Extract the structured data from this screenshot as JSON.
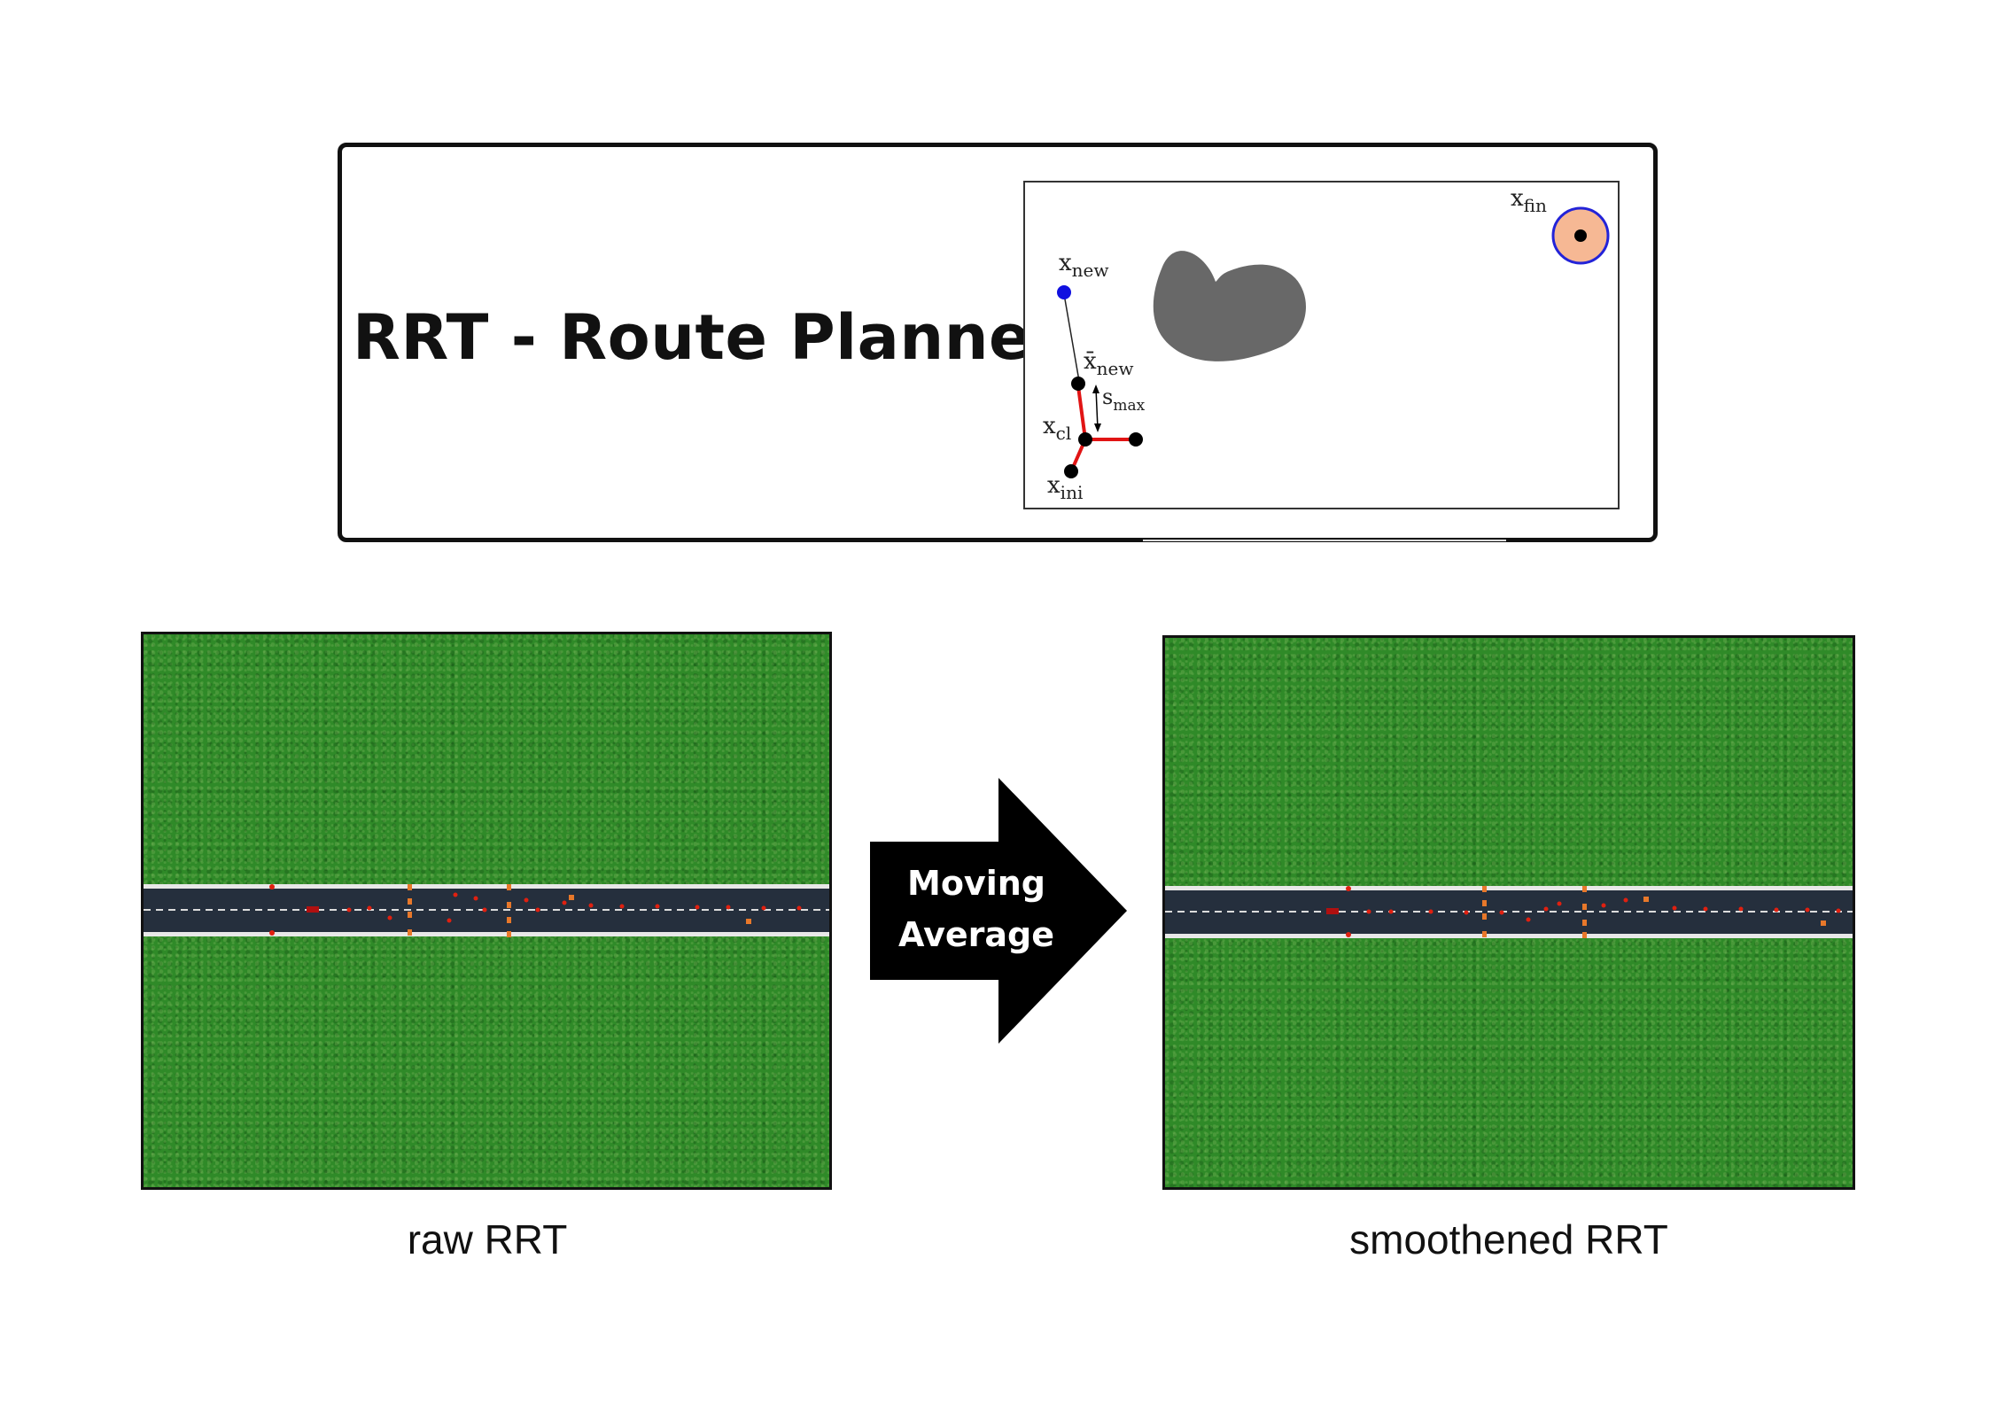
{
  "title": "RRT - Route Planner",
  "rrt_diagram": {
    "labels": {
      "x_fin": {
        "base": "x",
        "sub": "fin"
      },
      "x_new": {
        "base": "x",
        "sub": "new"
      },
      "x_new_bar": {
        "base": "x̄",
        "sub": "new"
      },
      "s_max": {
        "base": "s",
        "sub": "max"
      },
      "x_cl": {
        "base": "x",
        "sub": "cl"
      },
      "x_ini": {
        "base": "x",
        "sub": "ini"
      }
    },
    "colors": {
      "obstacle": "#686868",
      "goal_fill": "#f6b894",
      "goal_ring": "#2323d8",
      "new_node": "#1010e0",
      "tree_edge": "#e11414",
      "node": "#000000"
    }
  },
  "arrow": {
    "label_line1": "Moving",
    "label_line2": "Average"
  },
  "captions": {
    "left": "raw RRT",
    "right": "smoothened RRT"
  },
  "colors": {
    "grass": "#2f8a28",
    "road": "#252f3d",
    "road_edge": "#e8e8e8",
    "path_marker": "#e02010",
    "vehicle": "#e8782a"
  }
}
